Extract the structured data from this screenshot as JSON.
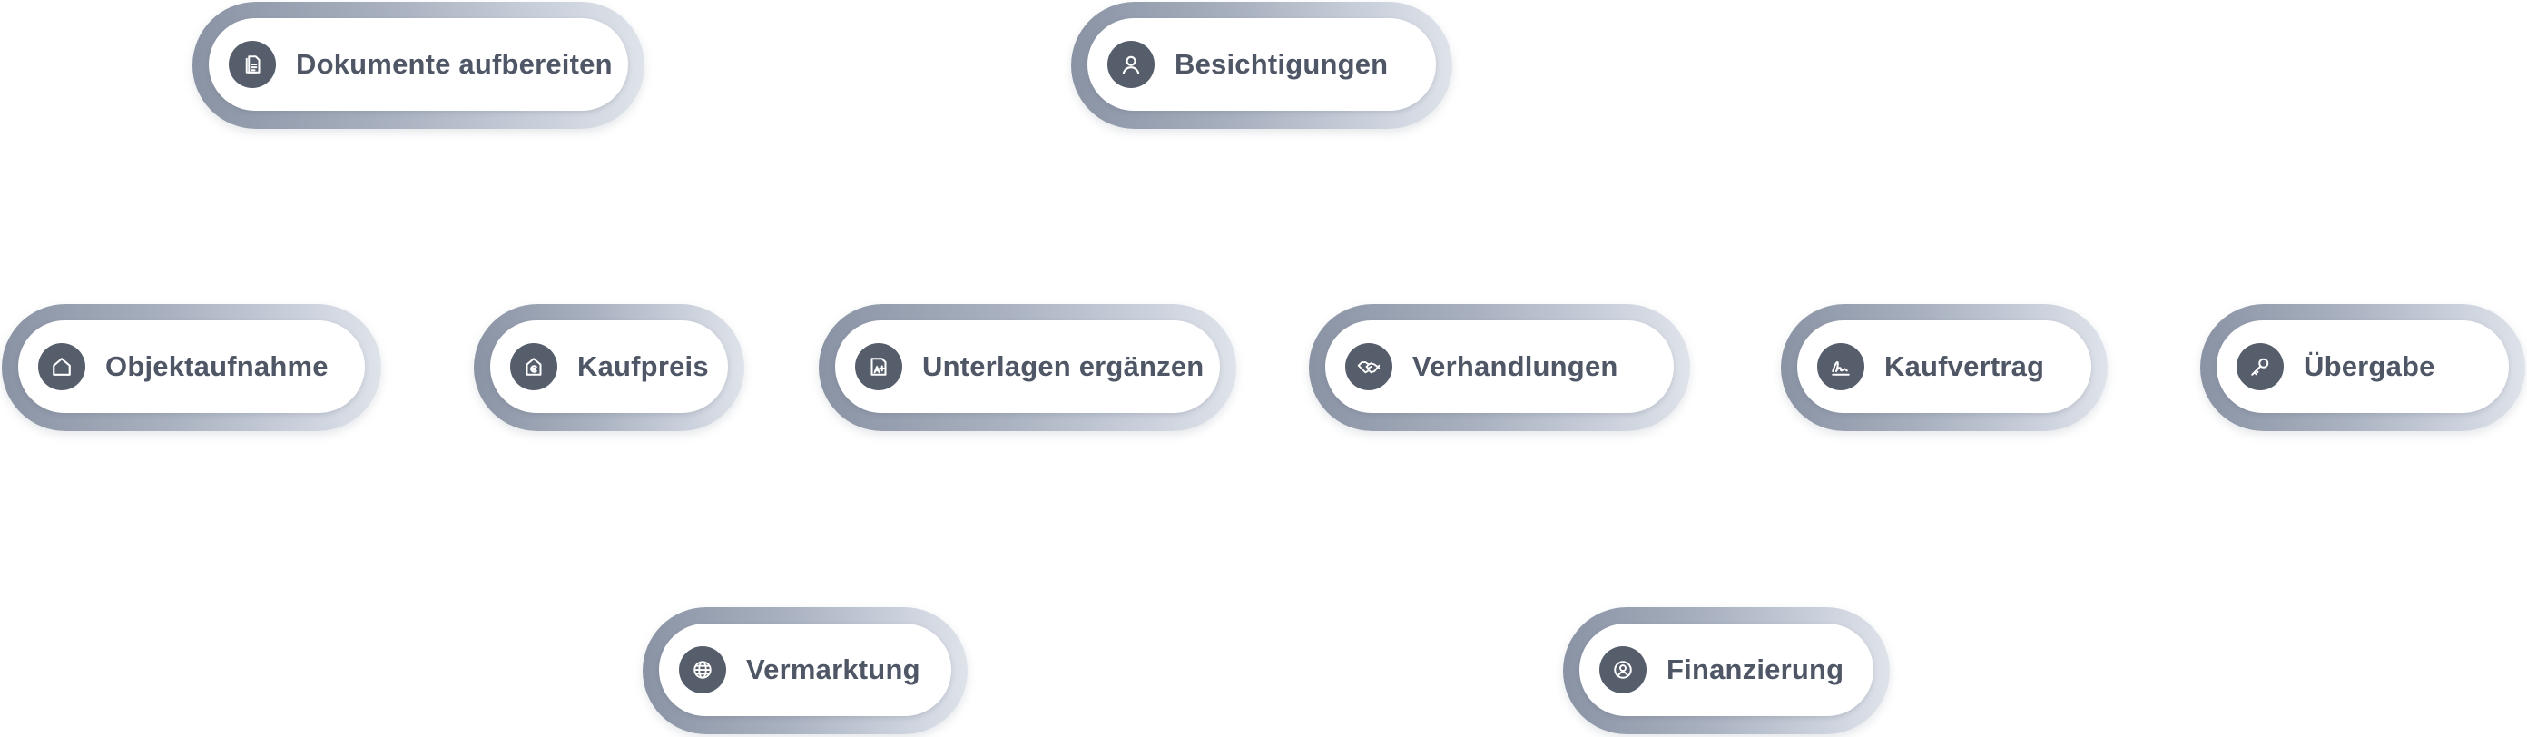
{
  "steps": {
    "dokumente": {
      "label": "Dokumente aufbereiten",
      "icon": "document-icon"
    },
    "besichtigungen": {
      "label": "Besichtigungen",
      "icon": "person-icon"
    },
    "objektaufnahme": {
      "label": "Objektaufnahme",
      "icon": "house-icon"
    },
    "kaufpreis": {
      "label": "Kaufpreis",
      "icon": "euro-tag-icon"
    },
    "unterlagen": {
      "label": "Unterlagen ergänzen",
      "icon": "document-add-icon"
    },
    "verhandlungen": {
      "label": "Verhandlungen",
      "icon": "handshake-icon"
    },
    "kaufvertrag": {
      "label": "Kaufvertrag",
      "icon": "signature-icon"
    },
    "uebergabe": {
      "label": "Übergabe",
      "icon": "key-icon"
    },
    "vermarktung": {
      "label": "Vermarktung",
      "icon": "globe-icon"
    },
    "finanzierung": {
      "label": "Finanzierung",
      "icon": "person-badge-icon"
    }
  },
  "colors": {
    "icon_bg": "#565d6b",
    "label": "#4f5665",
    "frame_dark": "#8a93a4",
    "frame_light": "#dfe3ea"
  }
}
